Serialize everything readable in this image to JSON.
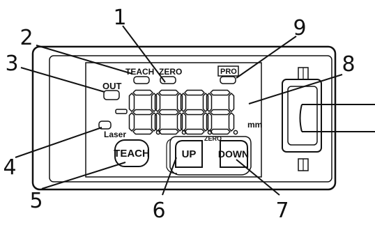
{
  "labels": {
    "teach": "TEACH",
    "zero": "ZERO",
    "pro": "PRO",
    "out": "OUT",
    "laser": "Laser",
    "unit": "mm",
    "zero_small": "ZERO"
  },
  "buttons": {
    "teach": "TEACH",
    "up": "UP",
    "down": "DOWN"
  },
  "display": {
    "digits": "8.8.8.8."
  },
  "callouts": [
    "1",
    "2",
    "3",
    "4",
    "5",
    "6",
    "7",
    "8",
    "9"
  ]
}
